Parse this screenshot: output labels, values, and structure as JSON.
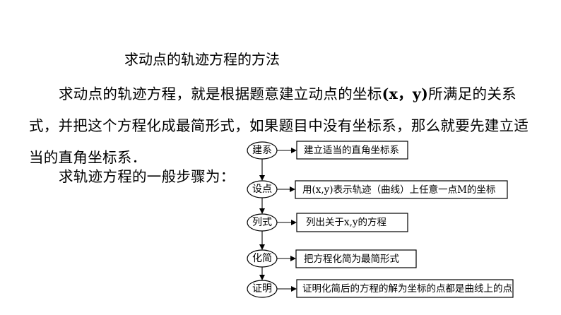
{
  "heading": "求动点的轨迹方程的方法",
  "paragraph": {
    "before": "求动点的轨迹方程，就是根据题意建立动点的坐标",
    "coord": "(x，y)",
    "after": "所满足的关系式，并把这个方程化成最简形式，如果题目中没有坐标系，那么就要先建立适当的直角坐标系．"
  },
  "steps_intro": "求轨迹方程的一般步骤为：",
  "steps": [
    {
      "label": "建系",
      "description": "建立适当的直角坐标系"
    },
    {
      "label": "设点",
      "description": "用(x,y)表示轨迹（曲线）上任意一点M的坐标"
    },
    {
      "label": "列式",
      "description": "列出关于x,y的方程"
    },
    {
      "label": "化简",
      "description": "把方程化简为最简形式"
    },
    {
      "label": "证明",
      "description": "证明化简后的方程的解为坐标的点都是曲线上的点"
    }
  ]
}
